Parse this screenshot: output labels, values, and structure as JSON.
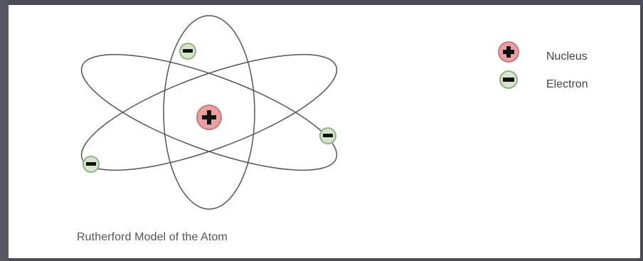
{
  "diagram": {
    "caption": "Rutherford Model of the Atom",
    "legend": [
      {
        "label": "Nucleus",
        "symbol": "plus",
        "color": "#e8a0a0"
      },
      {
        "label": "Electron",
        "symbol": "minus",
        "color": "#cfe0c6"
      }
    ],
    "colors": {
      "nucleus_fill": "#e8a0a0",
      "nucleus_ring": "#c77a7a",
      "electron_fill": "#d5e6cc",
      "electron_ring": "#98ad8a",
      "orbit_stroke": "#555555"
    }
  }
}
